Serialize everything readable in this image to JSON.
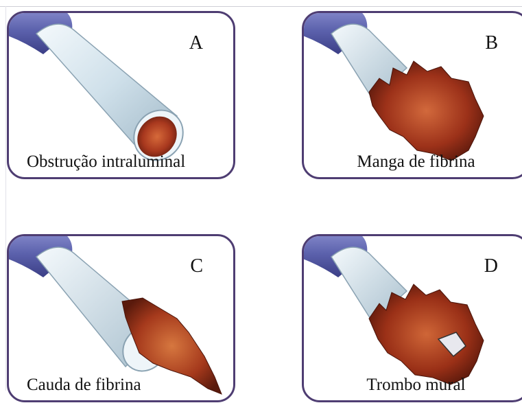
{
  "panels": [
    {
      "letter": "A",
      "caption": "Obstrução intraluminal"
    },
    {
      "letter": "B",
      "caption": "Manga de fibrina"
    },
    {
      "letter": "C",
      "caption": "Cauda de fibrina"
    },
    {
      "letter": "D",
      "caption": "Trombo mural"
    }
  ],
  "colors": {
    "border": "#4e3d72",
    "vessel": "#5c62ad",
    "catheter": "#dbe9f1",
    "clot": "#a8381e"
  }
}
